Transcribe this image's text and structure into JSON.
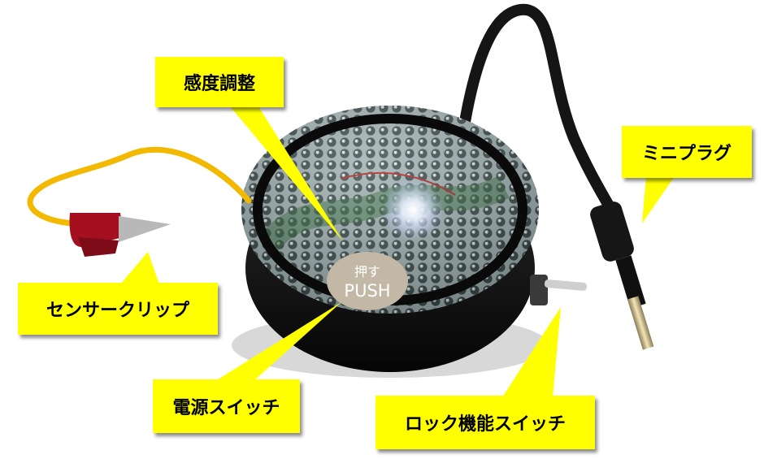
{
  "labels": {
    "sensitivity": "感度調整",
    "mini_plug": "ミニプラグ",
    "sensor_clip": "センサークリップ",
    "power_switch": "電源スイッチ",
    "lock_switch": "ロック機能スイッチ"
  },
  "device": {
    "button_line1": "押す",
    "button_line2": "PUSH"
  },
  "colors": {
    "callout": "#ffff00",
    "device_body": "#111111",
    "wire": "#f3b800"
  }
}
